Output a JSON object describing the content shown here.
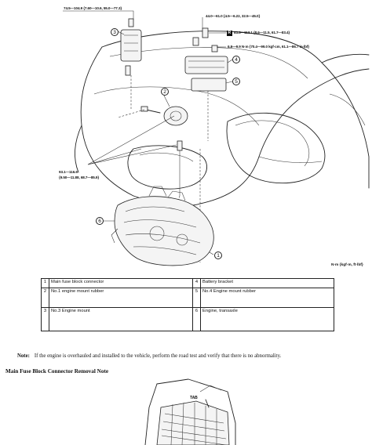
{
  "torque_specs": {
    "engine_mount_bolt": "74.5—104.9 {7.60—10.6, 55.0—77.3}",
    "bracket_nuts": "44.0—61.0 {4.5—6.22, 32.5—45.0}",
    "bracket_bolts": "83.6—113.1 {8.6—11.5, 61.7—83.4}",
    "battery_bracket": "6.9—9.9 N·m {70.4—99.0 kgf·cm, 61.1—86.7 in·lbf}",
    "mount_rubber_bolt_line1": "93.1—116.6",
    "mount_rubber_bolt_line2": "{9.50—11.88, 68.7—85.9}"
  },
  "r_marker": "R",
  "callouts": [
    "1",
    "2",
    "3",
    "4",
    "5",
    "6"
  ],
  "units_note": "N·m {kgf·m, ft·lbf}",
  "legend": {
    "rows": [
      {
        "left_num": "1",
        "left_label": "Main fuse block connector",
        "right_num": "4",
        "right_label": "Battery bracket"
      },
      {
        "left_num": "2",
        "left_label": "No.1 engine mount rubber",
        "right_num": "5",
        "right_label": "No.4 Engine mount rubber"
      },
      {
        "left_num": "3",
        "left_label": "No.3 Engine mount",
        "right_num": "6",
        "right_label": "Engine, transaxle"
      }
    ]
  },
  "note": {
    "label": "Note:",
    "text": "If the engine is overhauled and installed to the vehicle, perform the road test and verify that there is no abnormality."
  },
  "section_title": "Main Fuse Block Connector Removal Note",
  "tab_label": "TAB"
}
